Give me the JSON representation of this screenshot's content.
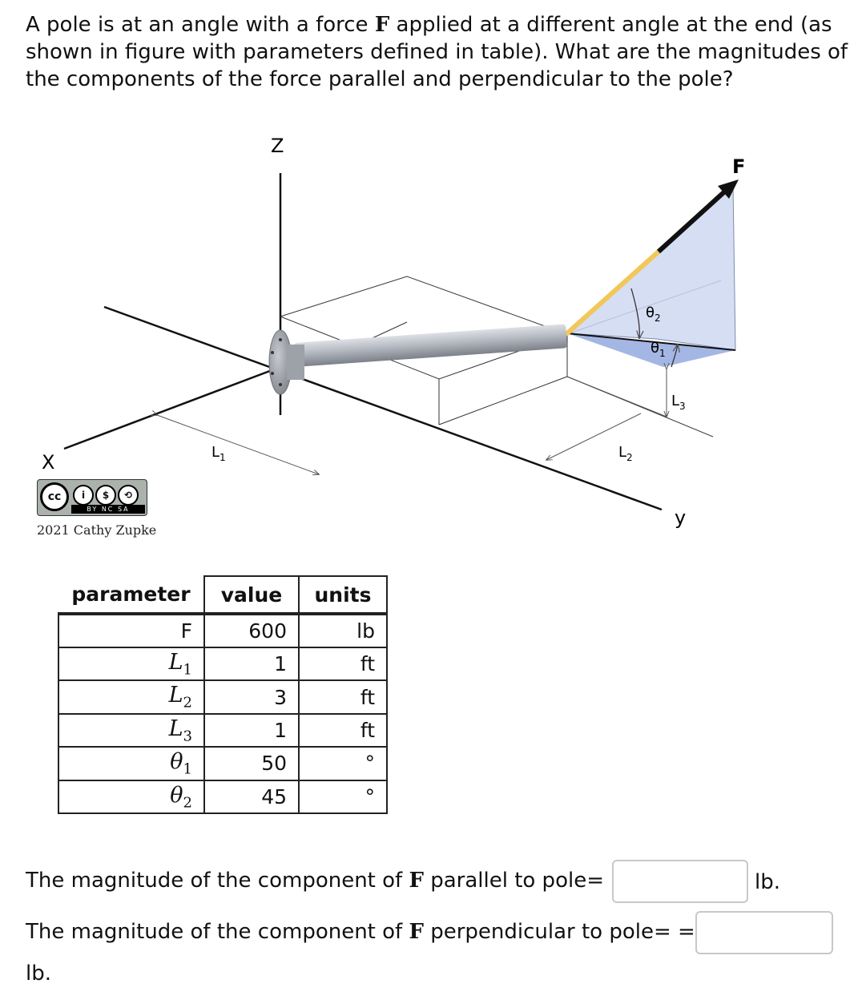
{
  "question": {
    "part1": "A pole is at an angle with a force ",
    "force_symbol": "F",
    "part2": " applied at a different angle at the end (as shown in figure with parameters defined in table). What are the magnitudes of the components of the force parallel and perpendicular to the pole?"
  },
  "figure": {
    "labels": {
      "z": "Z",
      "x": "X",
      "y": "y",
      "force": "F",
      "l1": "L",
      "l1_sub": "1",
      "l2": "L",
      "l2_sub": "2",
      "l3": "L",
      "l3_sub": "3",
      "theta1": "θ",
      "theta1_sub": "1",
      "theta2": "θ",
      "theta2_sub": "2"
    },
    "colors": {
      "pole": "#a9aeb8",
      "force_plane": "#cfd8f2",
      "force_yellow": "#f2c75a",
      "force_black": "#111111",
      "angle_plane": "#9aaee0"
    }
  },
  "license": {
    "cc": "cc",
    "by_icon": "i",
    "nc_icon": "$",
    "sa_icon": "⟲",
    "strip": "BY NC SA",
    "credit": "2021 Cathy Zupke"
  },
  "table": {
    "headers": [
      "parameter",
      "value",
      "units"
    ],
    "rows": [
      {
        "param": "F",
        "sub": "",
        "value": "600",
        "unit": "lb"
      },
      {
        "param": "L",
        "sub": "1",
        "value": "1",
        "unit": "ft"
      },
      {
        "param": "L",
        "sub": "2",
        "value": "3",
        "unit": "ft"
      },
      {
        "param": "L",
        "sub": "3",
        "value": "1",
        "unit": "ft"
      },
      {
        "param": "θ",
        "sub": "1",
        "value": "50",
        "unit": "°"
      },
      {
        "param": "θ",
        "sub": "2",
        "value": "45",
        "unit": "°"
      }
    ]
  },
  "answers": {
    "parallel": {
      "prefix": "The magnitude of the component of ",
      "symbol": "F",
      "suffix": " parallel to pole=",
      "value": "",
      "unit": "lb."
    },
    "perpendicular": {
      "prefix": "The magnitude of the component of ",
      "symbol": "F",
      "suffix": " perpendicular to pole= =",
      "value": "",
      "unit": "lb."
    }
  }
}
